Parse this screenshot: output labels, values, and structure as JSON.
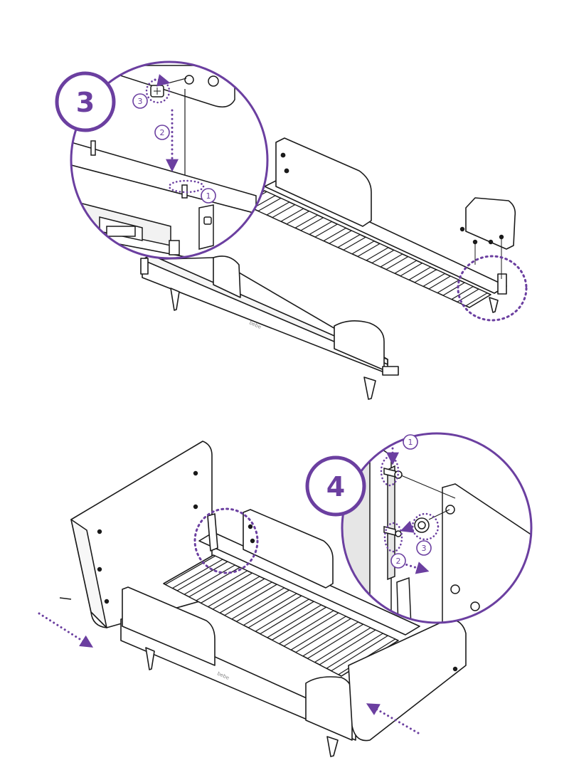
{
  "steps": [
    {
      "number": "3",
      "callouts": [
        "1",
        "2",
        "3"
      ],
      "slat_count": 16
    },
    {
      "number": "4",
      "callouts": [
        "1",
        "2",
        "3"
      ],
      "slat_count": 15
    }
  ],
  "colors": {
    "accent": "#6b3fa0",
    "line": "#1a1a1a",
    "shade": "#e6e6e6",
    "paper": "#ffffff"
  },
  "icons": [
    "screw-icon",
    "cam-lock-icon",
    "dowel-icon",
    "bolt-icon",
    "arrow-icon"
  ]
}
